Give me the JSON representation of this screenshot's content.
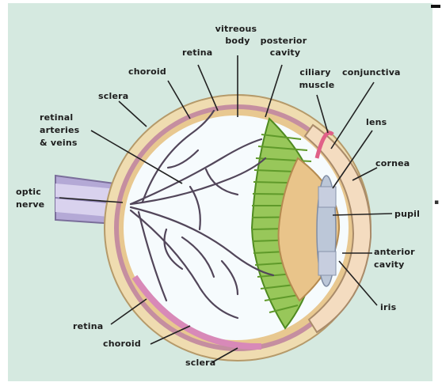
{
  "labels": {
    "vitreous_body": [
      "vitreous",
      "body"
    ],
    "posterior_cavity": [
      "posterior",
      "cavity"
    ],
    "retina_top": "retina",
    "choroid_top": "choroid",
    "sclera_top": "sclera",
    "ciliary_muscle": [
      "ciliary",
      "muscle"
    ],
    "conjunctiva": "conjunctiva",
    "retinal_arteries_veins": [
      "retinal",
      "arteries",
      "& veins"
    ],
    "lens": "lens",
    "cornea": "cornea",
    "optic_nerve": [
      "optic",
      "nerve"
    ],
    "pupil": "pupil",
    "anterior_cavity": [
      "anterior",
      "cavity"
    ],
    "iris": "iris",
    "retina_bottom": "retina",
    "choroid_bottom": "choroid",
    "sclera_bottom": "sclera"
  },
  "colors": {
    "background": "#d5e9e0",
    "sclera": "#efdcb0",
    "choroid": "#c58ea0",
    "retina": "#e8c890",
    "vitreous": "#f6fbfd",
    "lens_body": "#98c75a",
    "lens_stripes": "#5f9a2a",
    "inner_lens": "#e9c48a",
    "vessels": "#52465a",
    "cornea": "#f4dcc0",
    "nerve": "#bfb6dc",
    "leader_line": "#222222"
  }
}
